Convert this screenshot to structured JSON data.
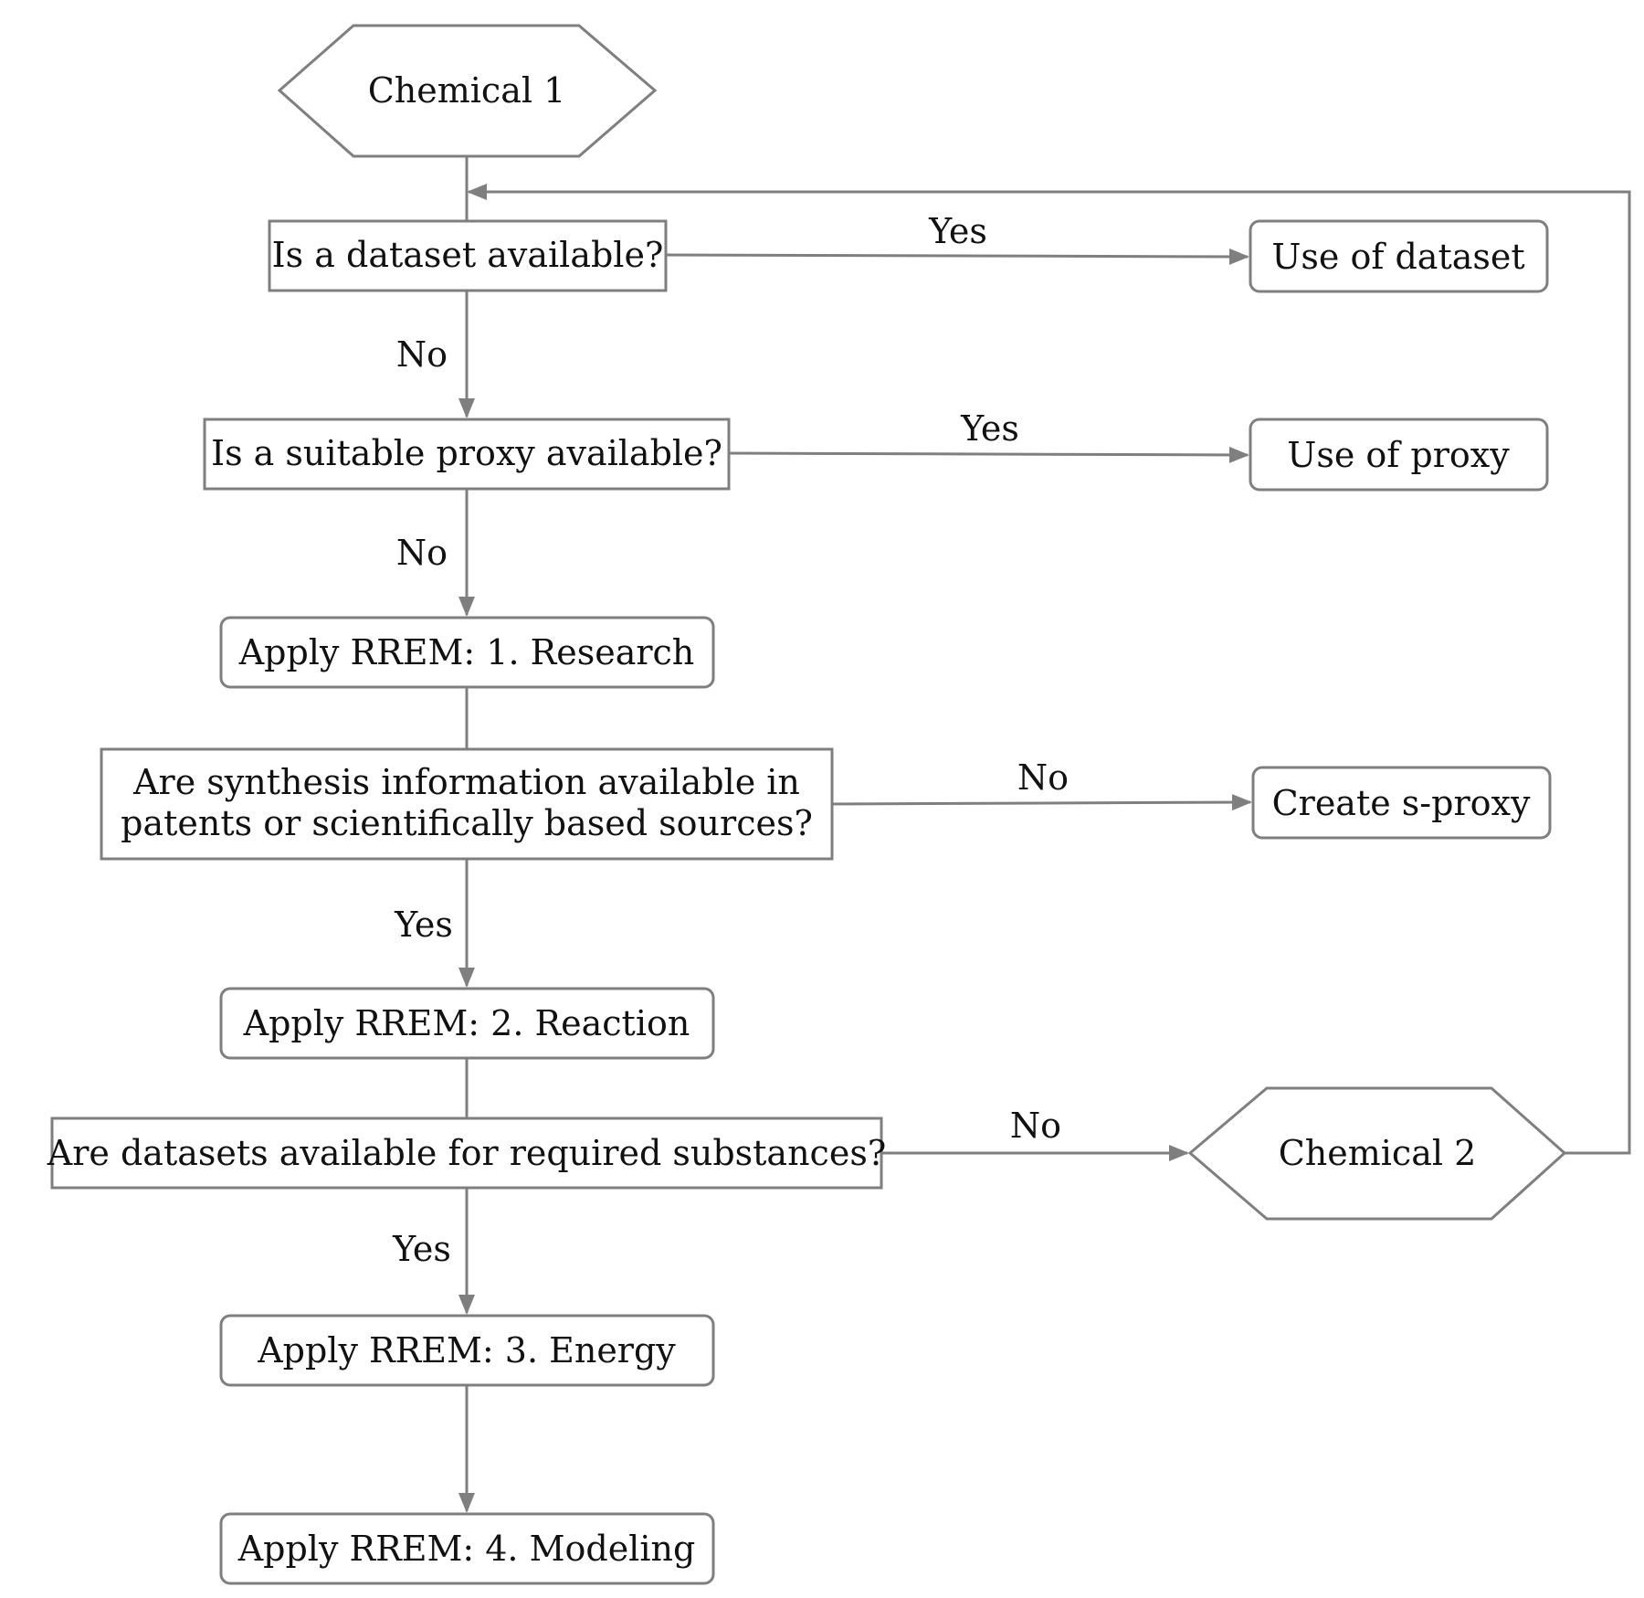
{
  "nodes": {
    "start": "Chemical 1",
    "q_dataset": "Is a dataset available?",
    "use_dataset": "Use of dataset",
    "q_proxy": "Is a suitable proxy available?",
    "use_proxy": "Use of proxy",
    "step_research": "Apply RREM: 1. Research",
    "q_synthesis_line1": "Are synthesis information available in",
    "q_synthesis_line2": "patents or scientifically based sources?",
    "create_sproxy": "Create s-proxy",
    "step_reaction": "Apply RREM: 2. Reaction",
    "q_substances": "Are datasets available for required substances?",
    "chemical2": "Chemical 2",
    "step_energy": "Apply RREM: 3. Energy",
    "step_modeling": "Apply RREM: 4. Modeling"
  },
  "edge_labels": {
    "dataset_yes": "Yes",
    "dataset_no": "No",
    "proxy_yes": "Yes",
    "proxy_no": "No",
    "synthesis_no": "No",
    "synthesis_yes": "Yes",
    "substances_no": "No",
    "substances_yes": "Yes"
  },
  "colors": {
    "stroke": "#7f7f7f",
    "text": "#111111",
    "background": "#ffffff"
  }
}
